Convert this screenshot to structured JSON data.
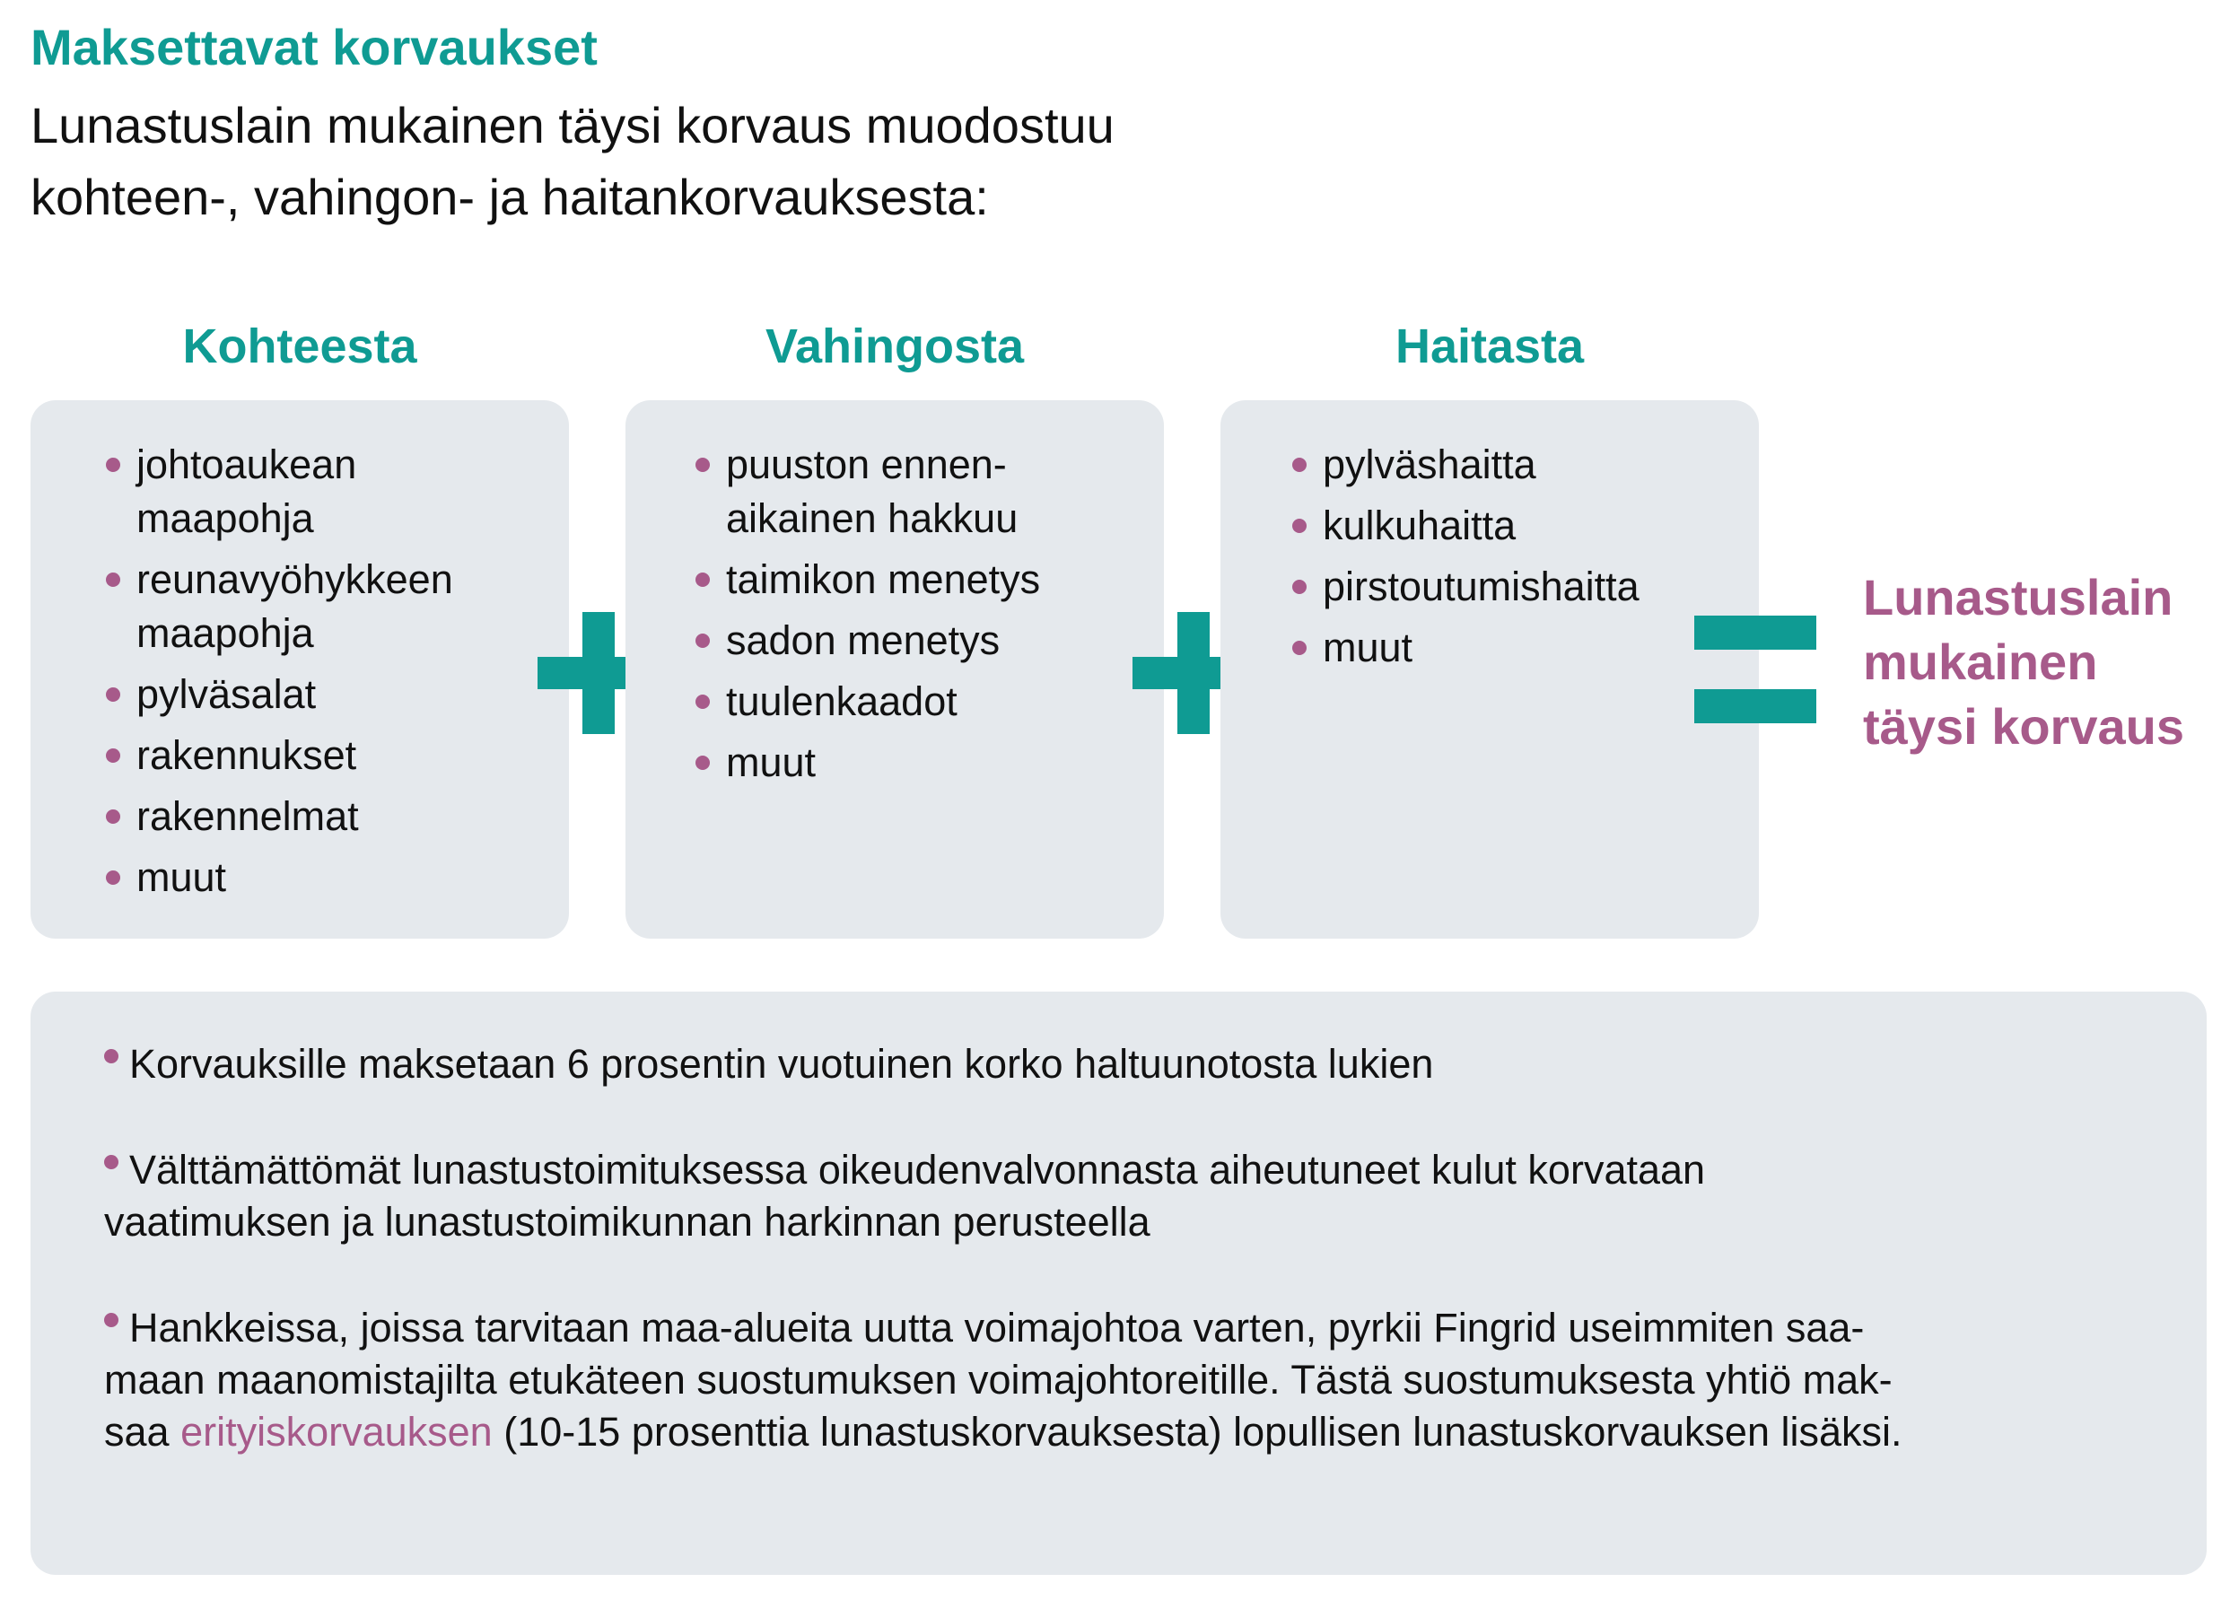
{
  "title": "Maksettavat korvaukset",
  "intro": {
    "line1": "Lunastuslain mukainen täysi korvaus muodostuu",
    "line2": "kohteen-, vahingon- ja haitankorvauksesta:"
  },
  "columns": [
    {
      "heading": "Kohteesta",
      "items": [
        [
          "johtoaukean",
          "maapohja"
        ],
        [
          "reunavyöhykkeen",
          "maapohja"
        ],
        [
          "pylväsalat"
        ],
        [
          "rakennukset"
        ],
        [
          "rakennelmat"
        ],
        [
          "muut"
        ]
      ]
    },
    {
      "heading": "Vahingosta",
      "items": [
        [
          "puuston ennen-",
          "aikainen hakkuu"
        ],
        [
          "taimikon menetys"
        ],
        [
          "sadon menetys"
        ],
        [
          "tuulenkaadot"
        ],
        [
          "muut"
        ]
      ]
    },
    {
      "heading": "Haitasta",
      "items": [
        [
          "pylväshaitta"
        ],
        [
          "kulkuhaitta"
        ],
        [
          "pirstoutumishaitta"
        ],
        [
          "muut"
        ]
      ]
    }
  ],
  "result": {
    "line1": "Lunastuslain",
    "line2": "mukainen",
    "line3": "täysi korvaus"
  },
  "notes": {
    "note1": "Korvauksille maksetaan 6 prosentin vuotuinen korko haltuunotosta lukien",
    "note2_line1": "Välttämättömät lunastustoimituksessa oikeudenvalvonnasta aiheutuneet kulut korvataan",
    "note2_line2": "vaatimuksen ja lunastustoimikunnan harkinnan perusteella",
    "note3_line1": "Hankkeissa, joissa tarvitaan maa-alueita uutta voimajohtoa varten, pyrkii Fingrid useimmiten saa-",
    "note3_line2": "maan maanomistajilta etukäteen suostumuksen voimajohtoreitille. Tästä suostumuksesta yhtiö mak-",
    "note3_line3_pre": "saa ",
    "note3_line3_highlight": "erityiskorvauksen",
    "note3_line3_post": " (10-15 prosenttia lunastuskorvauksesta) lopullisen lunastuskorvauksen lisäksi."
  },
  "colors": {
    "teal": "#0f9b93",
    "magenta": "#a75a8a",
    "box": "#e5e9ed"
  },
  "icons": [
    "plus-icon",
    "plus-icon",
    "equals-icon",
    "bullet-dot"
  ]
}
